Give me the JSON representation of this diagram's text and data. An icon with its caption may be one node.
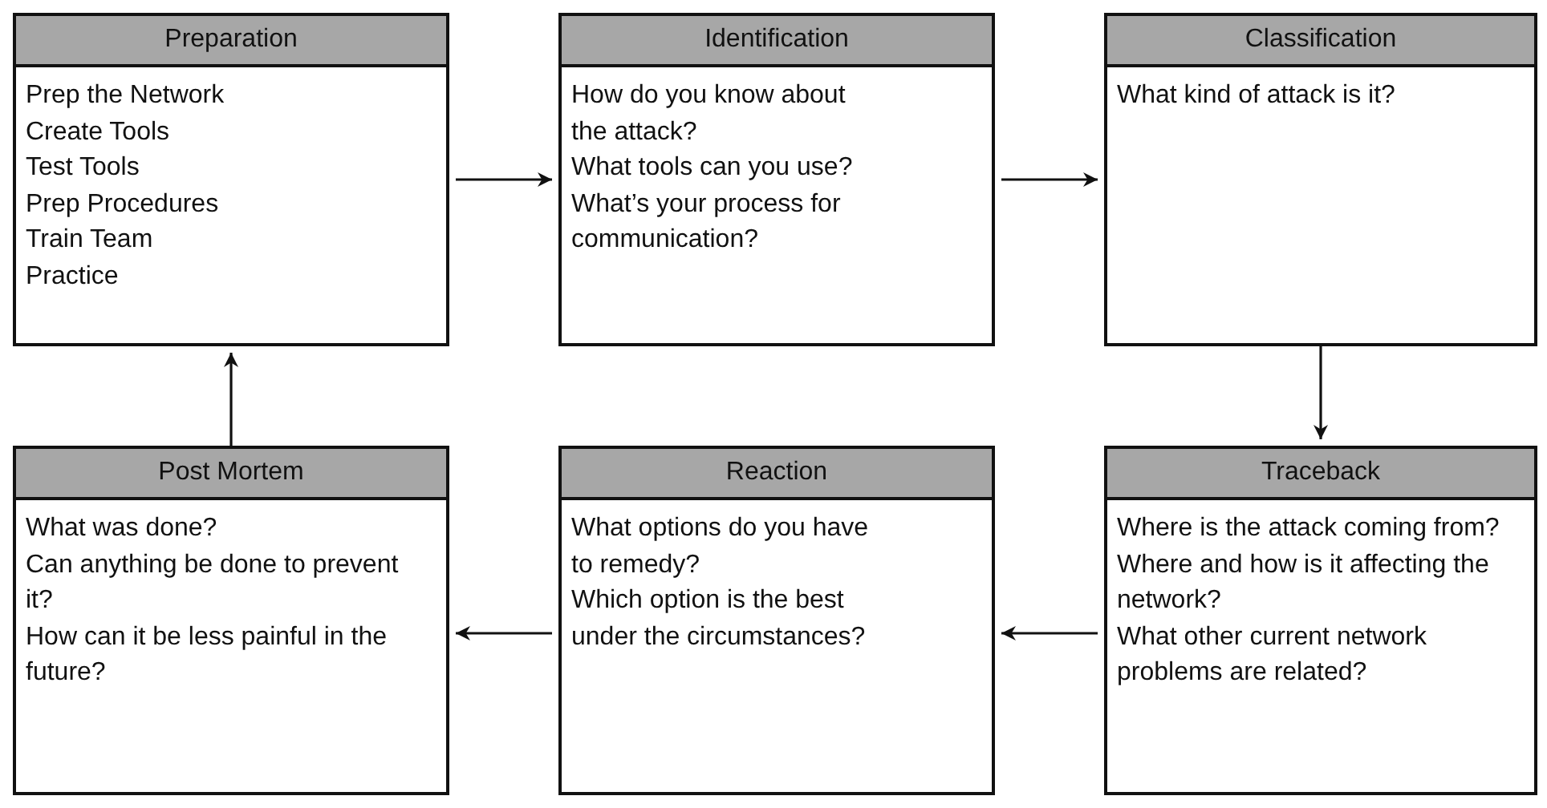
{
  "diagram": {
    "nodes": [
      {
        "text": [
          "Preparation",
          "Prep the Network",
          "Create Tools",
          "Test Tools",
          "Prep Procedures",
          "Train Team",
          "Practice"
        ]
      },
      {
        "text": [
          "Identification",
          "How do you know about the attack?",
          "What tools can you use?",
          "What’s your process for communication?"
        ]
      },
      {
        "text": [
          "Classification",
          "What kind of attack is it?"
        ]
      },
      {
        "text": [
          "Post Mortem",
          "What was done?",
          "Can anything be done to prevent it?",
          "How can it be less painful in the future?"
        ]
      },
      {
        "text": [
          "Reaction",
          "What options do you have to remedy?",
          "Which option is the best under the circumstances?"
        ]
      },
      {
        "text": [
          "Traceback",
          "Where is the attack coming from?",
          "Where and how is it affecting the network?",
          "What other current network problems are related?"
        ]
      }
    ],
    "edges": [
      {
        "from": 0,
        "to": 1,
        "arrow": "to"
      },
      {
        "from": 1,
        "to": 2,
        "arrow": "to"
      },
      {
        "from": 2,
        "to": 5,
        "arrow": "to"
      },
      {
        "from": 5,
        "to": 4,
        "arrow": "to"
      },
      {
        "from": 4,
        "to": 3,
        "arrow": "to"
      },
      {
        "from": 3,
        "to": 0,
        "arrow": "to"
      }
    ]
  }
}
